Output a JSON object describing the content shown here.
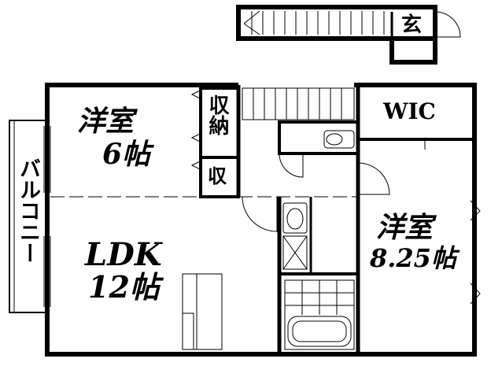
{
  "rooms": {
    "entrance": "玄",
    "wic": "WIC",
    "western_room_1": {
      "name": "洋室",
      "size": "6帖"
    },
    "closet_1": "収納",
    "closet_2": "収",
    "ldk": {
      "name": "LDK",
      "size": "12帖"
    },
    "western_room_2": {
      "name": "洋室",
      "size": "8.25帖"
    },
    "balcony": "バルコニー"
  }
}
